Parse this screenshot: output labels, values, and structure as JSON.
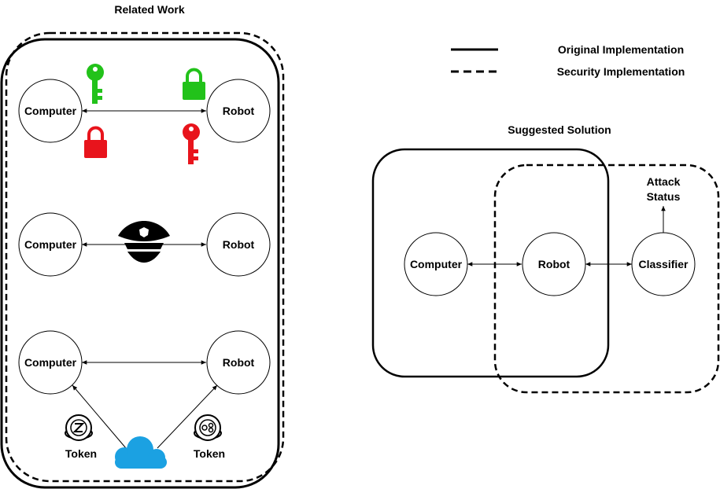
{
  "related_work": {
    "title": "Related Work",
    "rows": [
      {
        "left": "Computer",
        "right": "Robot"
      },
      {
        "left": "Computer",
        "right": "Robot"
      },
      {
        "left": "Computer",
        "right": "Robot"
      }
    ],
    "tokens": [
      "Token",
      "Token"
    ]
  },
  "legend": {
    "original": "Original Implementation",
    "security": "Security Implementation"
  },
  "suggested": {
    "title": "Suggested Solution",
    "computer": "Computer",
    "robot": "Robot",
    "classifier": "Classifier",
    "attack_status_line1": "Attack",
    "attack_status_line2": "Status"
  },
  "colors": {
    "key_good": "#22c21a",
    "key_bad": "#e8141c",
    "cloud": "#1ba1e2",
    "stroke": "#000000"
  },
  "icons": [
    "key-icon",
    "lock-icon",
    "police-hat-icon",
    "coin-icon",
    "cloud-icon"
  ]
}
